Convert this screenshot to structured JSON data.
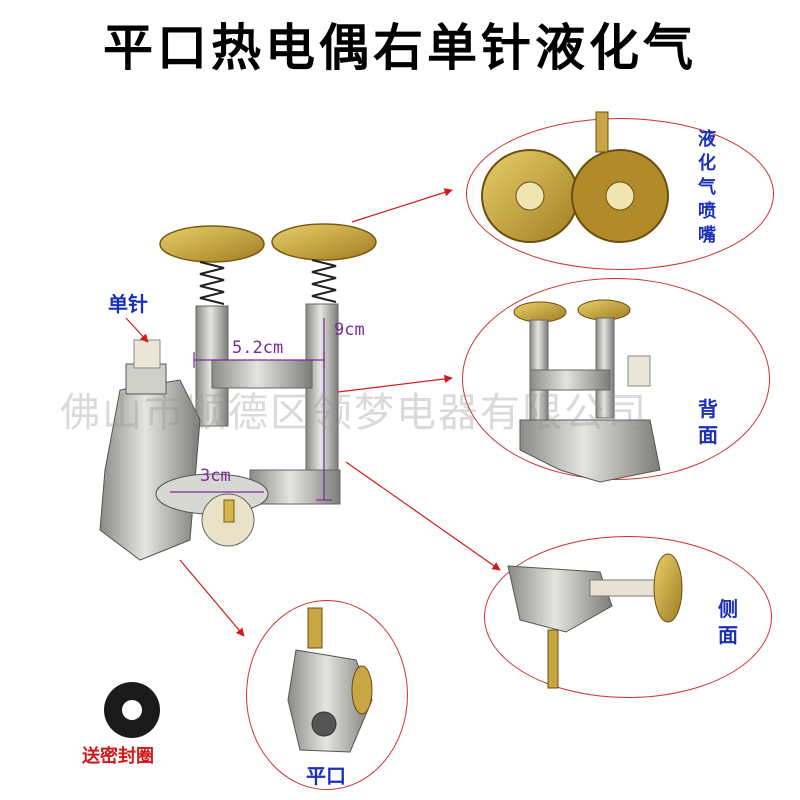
{
  "title": "平口热电偶右单针液化气",
  "watermark": "佛山市顺德区领梦电器有限公司",
  "labels": {
    "single_needle": "单针",
    "lpg_nozzle": "液化气喷嘴",
    "back": "背面",
    "side": "侧面",
    "flat": "平口",
    "seal_ring": "送密封圈"
  },
  "dimensions": {
    "width": "5.2cm",
    "height": "9cm",
    "outlet": "3cm"
  },
  "colors": {
    "accent_red": "#d21a1a",
    "label_blue": "#1c2fb8",
    "dimension_purple": "#7a2a9a"
  }
}
